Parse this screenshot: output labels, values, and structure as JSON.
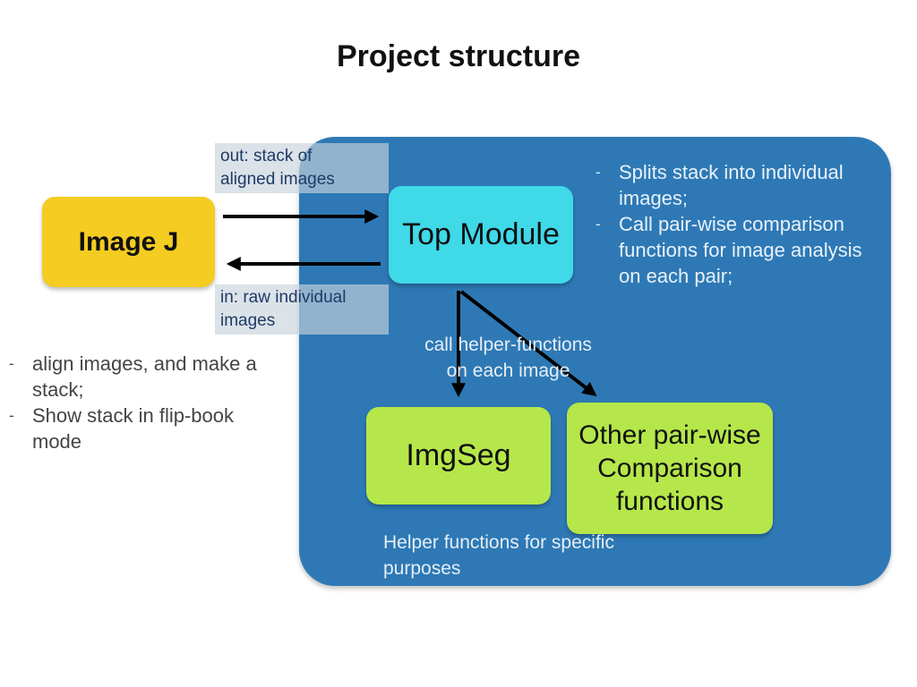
{
  "title": "Project structure",
  "nodes": {
    "image_j": "Image J",
    "top_module": "Top Module",
    "imgseg": "ImgSeg",
    "other": [
      "Other pair-wise",
      "Comparison",
      "functions"
    ]
  },
  "edge_labels": {
    "out": [
      "out: stack of",
      "aligned images"
    ],
    "in": [
      "in: raw individual",
      "images"
    ]
  },
  "top_module_notes": [
    "Splits stack into individual images;",
    "Call pair-wise comparison functions for image analysis on each pair;"
  ],
  "image_j_notes": [
    "align images, and make a stack;",
    "Show stack in flip-book mode"
  ],
  "call_label": [
    "call helper-functions",
    "on each image"
  ],
  "helper_label": [
    "Helper functions for specific",
    "purposes"
  ]
}
